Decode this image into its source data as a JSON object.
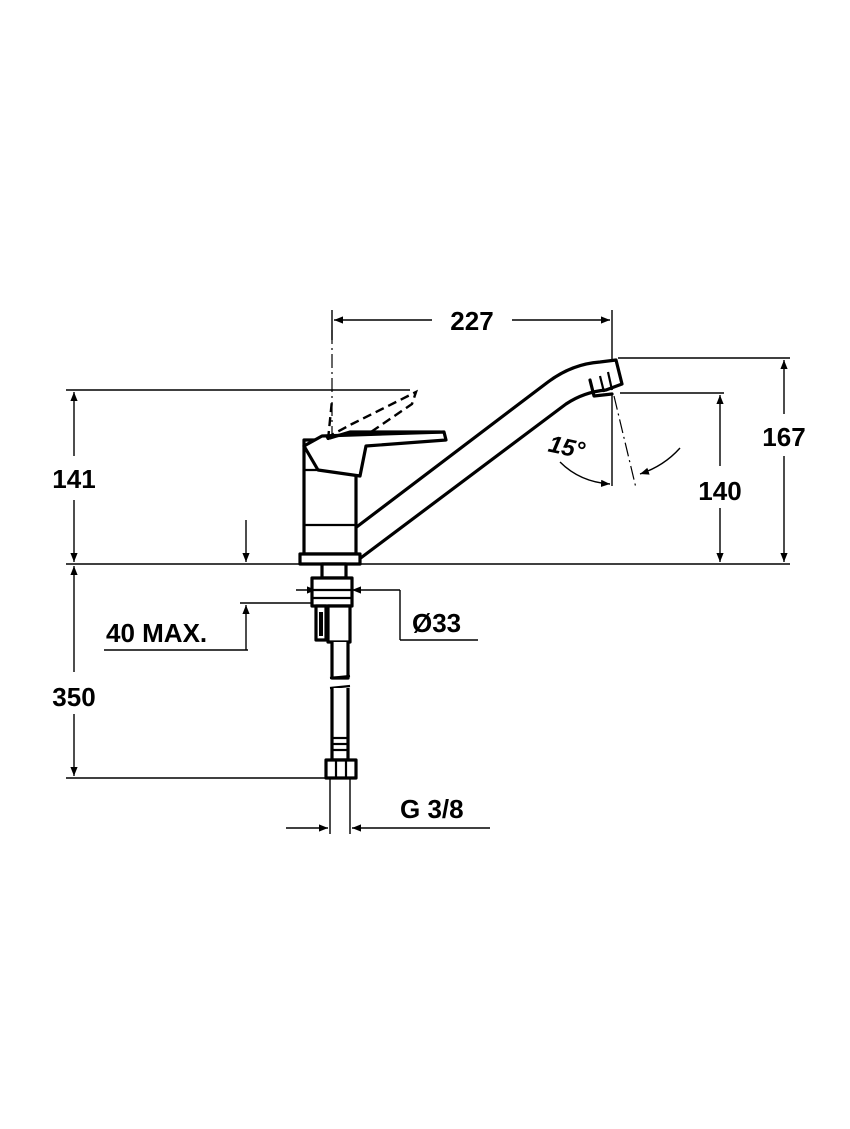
{
  "dimensions": {
    "spout_reach": "227",
    "lever_height": "141",
    "spout_outlet_height": "140",
    "overall_height": "167",
    "shank_length": "350",
    "max_counter_thickness": "40 MAX.",
    "hole_diameter": "Ø33",
    "connection_thread": "G 3/8",
    "spout_tilt_angle": "15°"
  }
}
